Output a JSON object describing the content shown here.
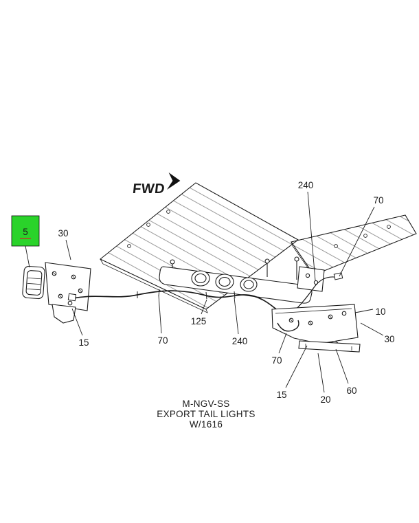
{
  "title_block": {
    "model": "M-NGV-SS",
    "description": "EXPORT TAIL LIGHTS",
    "sheet": "W/1616"
  },
  "direction_indicator": {
    "label": "FWD"
  },
  "highlight": {
    "color": "#2ad32a",
    "underline_color": "#c0392b"
  },
  "callouts": [
    {
      "label": "5",
      "highlighted": true
    },
    {
      "label": "30"
    },
    {
      "label": "240"
    },
    {
      "label": "70"
    },
    {
      "label": "15"
    },
    {
      "label": "70"
    },
    {
      "label": "125"
    },
    {
      "label": "240"
    },
    {
      "label": "10"
    },
    {
      "label": "30"
    },
    {
      "label": "70"
    },
    {
      "label": "15"
    },
    {
      "label": "20"
    },
    {
      "label": "60"
    }
  ]
}
